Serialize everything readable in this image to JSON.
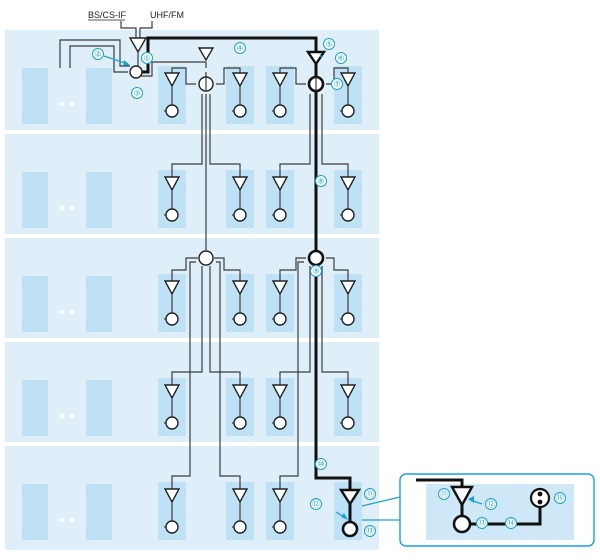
{
  "sources": {
    "bs_cs_if": "BS/CS-IF",
    "uhf_fm": "UHF/FM"
  },
  "markers": [
    "①",
    "②",
    "③",
    "④",
    "⑤",
    "⑥",
    "⑦",
    "⑧",
    "⑨",
    "⑩",
    "⑪",
    "⑫",
    "⑬",
    "⑭",
    "⑮"
  ],
  "colors": {
    "floor": "#deeffa",
    "unit": "#bfe1f6",
    "marker": "#1ba0d8",
    "trunk": "#111111"
  }
}
